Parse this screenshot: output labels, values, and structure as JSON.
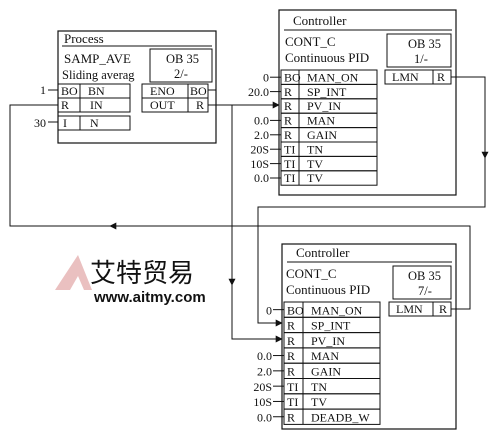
{
  "process": {
    "title": "Process",
    "name": "SAMP_AVE",
    "desc": "Sliding averag",
    "ob_label": "OB 35",
    "ob_sub": "2/-",
    "inputs": [
      {
        "value": "1",
        "type": "BO",
        "name": "BN"
      },
      {
        "value": "",
        "type": "R",
        "name": "IN"
      },
      {
        "value": "30",
        "type": "I",
        "name": "N"
      }
    ],
    "outputs": [
      {
        "name": "ENO",
        "type": "BO"
      },
      {
        "name": "OUT",
        "type": "R"
      }
    ]
  },
  "controller1": {
    "title": "Controller",
    "name": "CONT_C",
    "desc": "Continuous PID",
    "ob_label": "OB 35",
    "ob_sub": "1/-",
    "output": {
      "name": "LMN",
      "type": "R"
    },
    "inputs": [
      {
        "value": "0",
        "type": "BO",
        "name": "MAN_ON"
      },
      {
        "value": "20.0",
        "type": "R",
        "name": "SP_INT"
      },
      {
        "value": "",
        "type": "R",
        "name": "PV_IN"
      },
      {
        "value": "0.0",
        "type": "R",
        "name": "MAN"
      },
      {
        "value": "2.0",
        "type": "R",
        "name": "GAIN"
      },
      {
        "value": "20S",
        "type": "TI",
        "name": "TN"
      },
      {
        "value": "10S",
        "type": "TI",
        "name": "TV"
      },
      {
        "value": "0.0",
        "type": "TI",
        "name": "TV"
      }
    ]
  },
  "controller2": {
    "title": "Controller",
    "name": "CONT_C",
    "desc": "Continuous PID",
    "ob_label": "OB 35",
    "ob_sub": "7/-",
    "output": {
      "name": "LMN",
      "type": "R"
    },
    "inputs": [
      {
        "value": "0",
        "type": "BO",
        "name": "MAN_ON"
      },
      {
        "value": "",
        "type": "R",
        "name": "SP_INT"
      },
      {
        "value": "",
        "type": "R",
        "name": "PV_IN"
      },
      {
        "value": "0.0",
        "type": "R",
        "name": "MAN"
      },
      {
        "value": "2.0",
        "type": "R",
        "name": "GAIN"
      },
      {
        "value": "20S",
        "type": "TI",
        "name": "TN"
      },
      {
        "value": "10S",
        "type": "TI",
        "name": "TV"
      },
      {
        "value": "0.0",
        "type": "R",
        "name": "DEADB_W"
      }
    ]
  },
  "watermark": {
    "brand": "艾特贸易",
    "url": "www.aitmy.com"
  }
}
